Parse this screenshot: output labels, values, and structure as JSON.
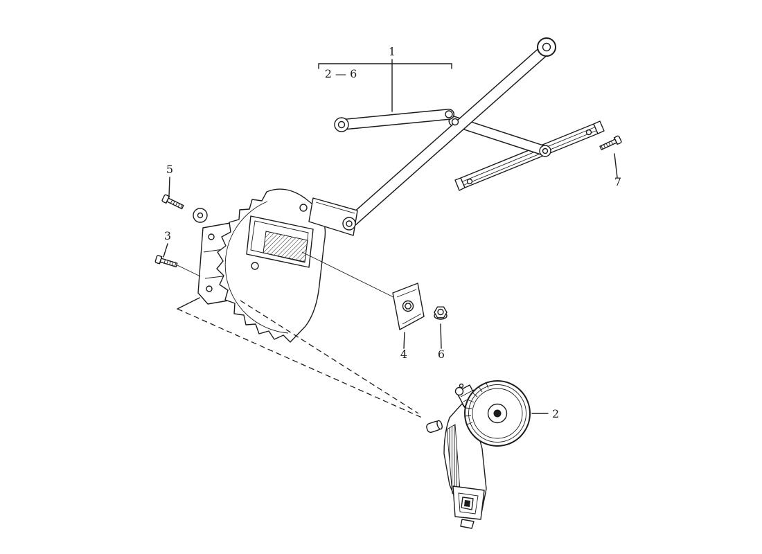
{
  "page": {
    "background": "#ffffff",
    "ink": "#1c1c1c"
  },
  "callouts": {
    "assembly": {
      "label": "1",
      "range": "2 — 6"
    },
    "motor": "2",
    "screw_front": "3",
    "guide_bracket": "4",
    "screw_upper": "5",
    "hex_nut": "6",
    "rail_screw": "7"
  }
}
